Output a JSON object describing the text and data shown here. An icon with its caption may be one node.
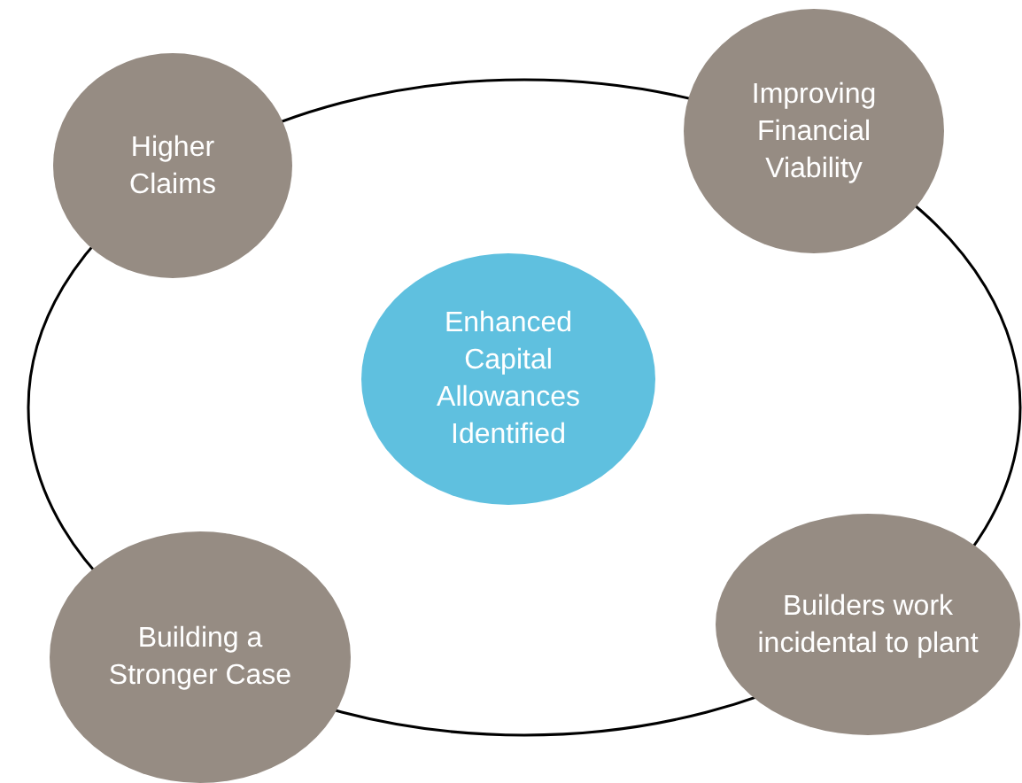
{
  "diagram": {
    "nodes": [
      {
        "text": [
          "Higher Claims"
        ]
      },
      {
        "text": [
          "Improving Financial Viability"
        ]
      },
      {
        "text": [
          "Enhanced Capital Allowances Identified"
        ]
      },
      {
        "text": [
          "Building a Stronger Case"
        ]
      },
      {
        "text": [
          "Builders work incidental to plant"
        ]
      }
    ]
  }
}
